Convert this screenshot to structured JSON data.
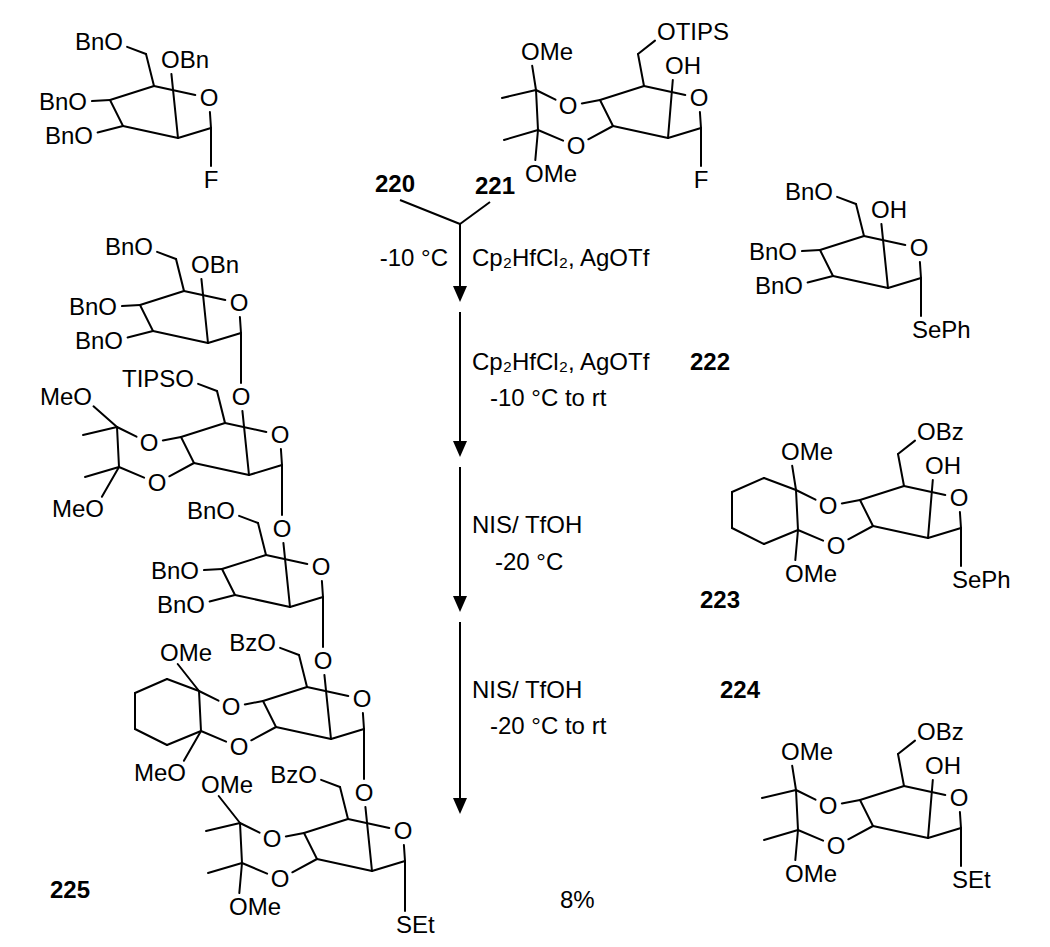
{
  "diagram": {
    "labels": [
      "BnO",
      "OBn",
      "BnO",
      "BnO",
      "O",
      "F",
      "220",
      "OTIPS",
      "OH",
      "OMe",
      "O",
      "O",
      "O",
      "OMe",
      "F",
      "221",
      "-10 °C",
      "Cp₂HfCl₂, AgOTf",
      "Cp₂HfCl₂, AgOTf",
      "-10 °C to rt",
      "BnO",
      "OH",
      "BnO",
      "BnO",
      "O",
      "SePh",
      "222",
      "NIS/ TfOH",
      "-20 °C",
      "OBz",
      "OH",
      "OMe",
      "O",
      "O",
      "O",
      "OMe",
      "SePh",
      "223",
      "NIS/ TfOH",
      "-20 °C to rt",
      "OBz",
      "OH",
      "OMe",
      "O",
      "O",
      "O",
      "OMe",
      "SEt",
      "224",
      "BnO",
      "OBn",
      "BnO",
      "BnO",
      "O",
      "O",
      "TIPSO",
      "MeO",
      "O",
      "O",
      "O",
      "MeO",
      "O",
      "BnO",
      "BnO",
      "BnO",
      "O",
      "O",
      "BzO",
      "OMe",
      "O",
      "O",
      "O",
      "MeO",
      "O",
      "BzO",
      "OMe",
      "O",
      "O",
      "O",
      "OMe",
      "SEt",
      "225",
      "8%"
    ]
  }
}
